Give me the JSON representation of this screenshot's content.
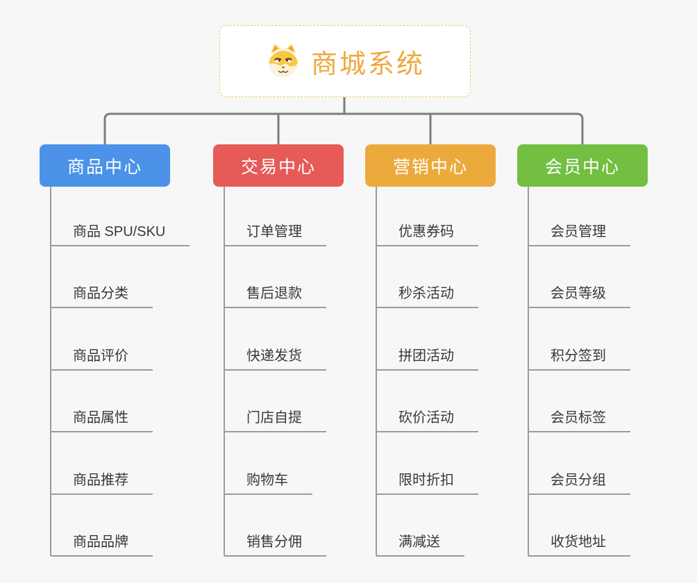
{
  "root": {
    "title": "商城系统",
    "icon": "dog-face-icon"
  },
  "branches": [
    {
      "label": "商品中心",
      "color": "#4b92e8",
      "children": [
        "商品 SPU/SKU",
        "商品分类",
        "商品评价",
        "商品属性",
        "商品推荐",
        "商品品牌"
      ]
    },
    {
      "label": "交易中心",
      "color": "#e65a57",
      "children": [
        "订单管理",
        "售后退款",
        "快递发货",
        "门店自提",
        "购物车",
        "销售分佣"
      ]
    },
    {
      "label": "营销中心",
      "color": "#ecaa3d",
      "children": [
        "优惠券码",
        "秒杀活动",
        "拼团活动",
        "砍价活动",
        "限时折扣",
        "满减送"
      ]
    },
    {
      "label": "会员中心",
      "color": "#72bf42",
      "children": [
        "会员管理",
        "会员等级",
        "积分签到",
        "会员标签",
        "会员分组",
        "收货地址"
      ]
    }
  ],
  "colors": {
    "background": "#f7f7f7",
    "root_border": "#f2c172",
    "root_title": "#f0a83c",
    "connector_dark": "#7d7d7d",
    "connector_light": "#9b9b9b",
    "child_text": "#383838"
  }
}
